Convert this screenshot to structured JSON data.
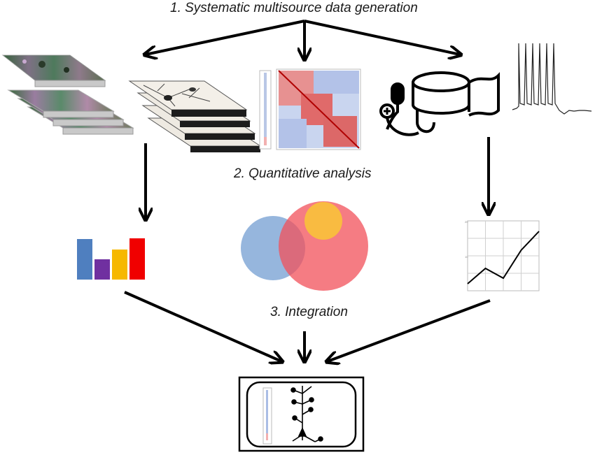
{
  "steps": {
    "step1": "1. Systematic multisource data generation",
    "step2": "2. Quantitative analysis",
    "step3": "3. Integration"
  },
  "colors": {
    "arrow": "#000000",
    "bar_blue": "#4f7fbf",
    "bar_purple": "#7030a0",
    "bar_gold": "#f6b800",
    "bar_red": "#f00000",
    "venn_blue": "#7fa6d6",
    "venn_red": "#f2505a",
    "venn_gold": "#f9c23a",
    "matrix_red": "#d94040",
    "matrix_blue": "#8aa8dd"
  },
  "icons": [
    "fluorescence-image-stack-icon",
    "neuron-image-stack-icon",
    "correlation-matrix-icon",
    "blood-pressure-cuff-icon",
    "spike-trace-icon",
    "bar-chart-icon",
    "venn-diagram-icon",
    "line-chart-icon",
    "integrated-neuron-model-icon"
  ],
  "chart_data": [
    {
      "type": "bar",
      "categories": [
        "",
        "",
        "",
        ""
      ],
      "values": [
        58,
        29,
        43,
        59
      ],
      "colors": [
        "#4f7fbf",
        "#7030a0",
        "#f6b800",
        "#f00000"
      ],
      "title": "",
      "xlabel": "",
      "ylabel": "",
      "ylim": [
        0,
        60
      ],
      "grid": false
    },
    {
      "type": "line",
      "x": [
        1,
        2,
        3,
        4,
        5
      ],
      "series": [
        {
          "values": [
            1,
            3.2,
            1.8,
            5.8,
            8.5
          ]
        }
      ],
      "title": "",
      "xlabel": "",
      "ylabel": "",
      "ylim": [
        0,
        10
      ],
      "grid": true
    }
  ]
}
